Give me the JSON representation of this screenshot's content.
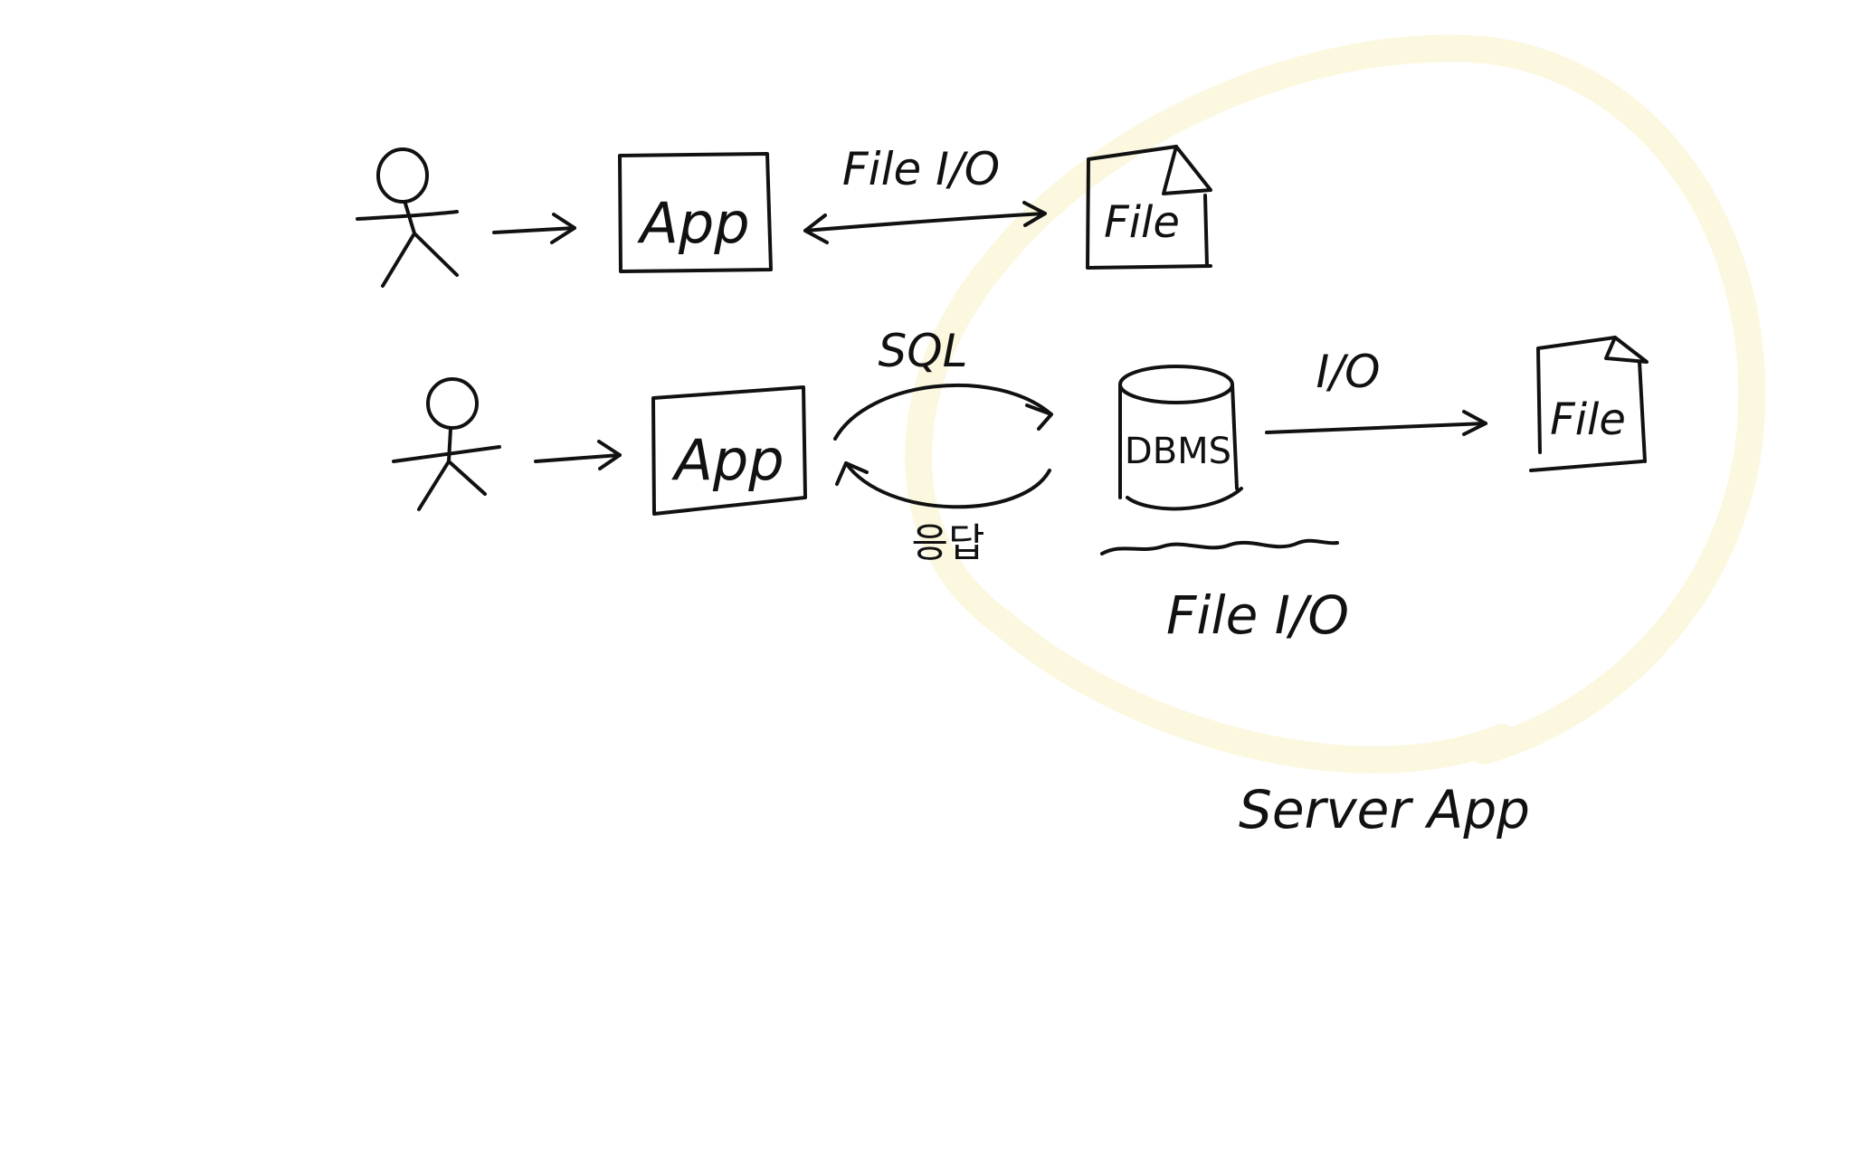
{
  "colors": {
    "ink": "#111111",
    "highlight": "#faf0c4",
    "background": "#ffffff"
  },
  "row1": {
    "user_icon": "stick-figure-icon",
    "app_label": "App",
    "link_label": "File I/O",
    "file_label": "File",
    "file_icon": "document-icon"
  },
  "row2": {
    "user_icon": "stick-figure-icon",
    "app_label": "App",
    "request_label": "SQL",
    "response_label": "응답",
    "dbms_label": "DBMS",
    "dbms_icon": "database-cylinder-icon",
    "io_label": "I/O",
    "file_label": "File",
    "file_icon": "document-icon",
    "dbms_note": "File I/O"
  },
  "highlight_label": "Server App"
}
